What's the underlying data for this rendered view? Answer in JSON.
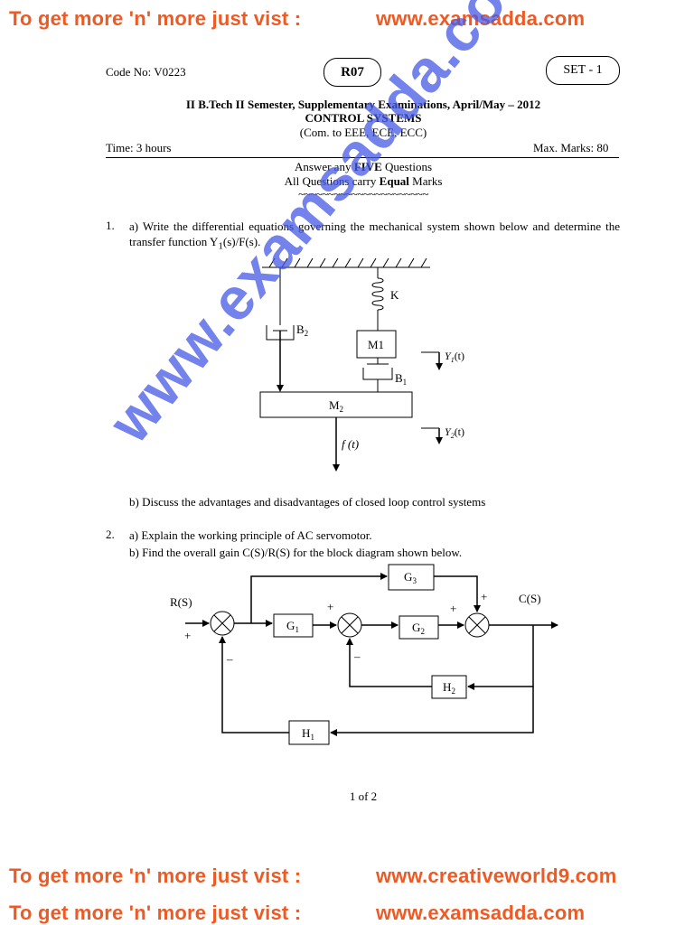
{
  "banners": {
    "top": {
      "lead": "To get more 'n' more just vist :",
      "site": "www.examsadda.com"
    },
    "bottom_1": {
      "lead": "To get more 'n' more just vist :",
      "site": "www.creativeworld9.com"
    },
    "bottom_2": {
      "lead": "To get more 'n' more just vist :",
      "site": "www.examsadda.com"
    }
  },
  "header": {
    "code_no": "Code No: V0223",
    "regulation": "R07",
    "set": "SET - 1",
    "exam_title": "II B.Tech II Semester, Supplementary Examinations, April/May – 2012",
    "subject": "CONTROL SYSTEMS",
    "branches": "(Com. to EEE, ECE, ECC)",
    "time": "Time: 3 hours",
    "max_marks": "Max. Marks: 80"
  },
  "instructions": {
    "line1_pre": "Answer any ",
    "line1_bold": "FIVE",
    "line1_post": " Questions",
    "line2_pre": "All Questions carry ",
    "line2_bold": "Equal",
    "line2_post": " Marks",
    "tildes": "~~~~~~~~~~~~~~~~~~~~~~"
  },
  "questions": {
    "q1": {
      "number": "1.",
      "a_pre": "a) Write the differential equations governing the mechanical system shown below and determine the transfer function Y",
      "a_sub": "1",
      "a_post": "(s)/F(s).",
      "b": "b) Discuss the advantages and disadvantages of closed loop control systems"
    },
    "q2": {
      "number": "2.",
      "a": "a) Explain the working principle of AC servomotor.",
      "b": "b) Find the overall gain C(S)/R(S) for the block diagram shown below."
    }
  },
  "mech_diagram": {
    "spring": "K",
    "damper_left": "B",
    "damper_left_sub": "2",
    "mass_1": "M1",
    "damper_mid": "B",
    "damper_mid_sub": "1",
    "mass_2": "M",
    "mass_2_sub": "2",
    "disp_1": "Y",
    "disp_1_sub": "1",
    "disp_1_arg": "(t)",
    "disp_2": "Y",
    "disp_2_sub": "2",
    "disp_2_arg": "(t)",
    "force": "f (t)"
  },
  "block_diagram": {
    "input": "R(S)",
    "output": "C(S)",
    "g1": "G",
    "g1_sub": "1",
    "g2": "G",
    "g2_sub": "2",
    "g3": "G",
    "g3_sub": "3",
    "h1": "H",
    "h1_sub": "1",
    "h2": "H",
    "h2_sub": "2",
    "plus": "+",
    "minus": "–"
  },
  "footer": {
    "page": "1 of 2"
  },
  "watermark": "www.examsadda.com"
}
